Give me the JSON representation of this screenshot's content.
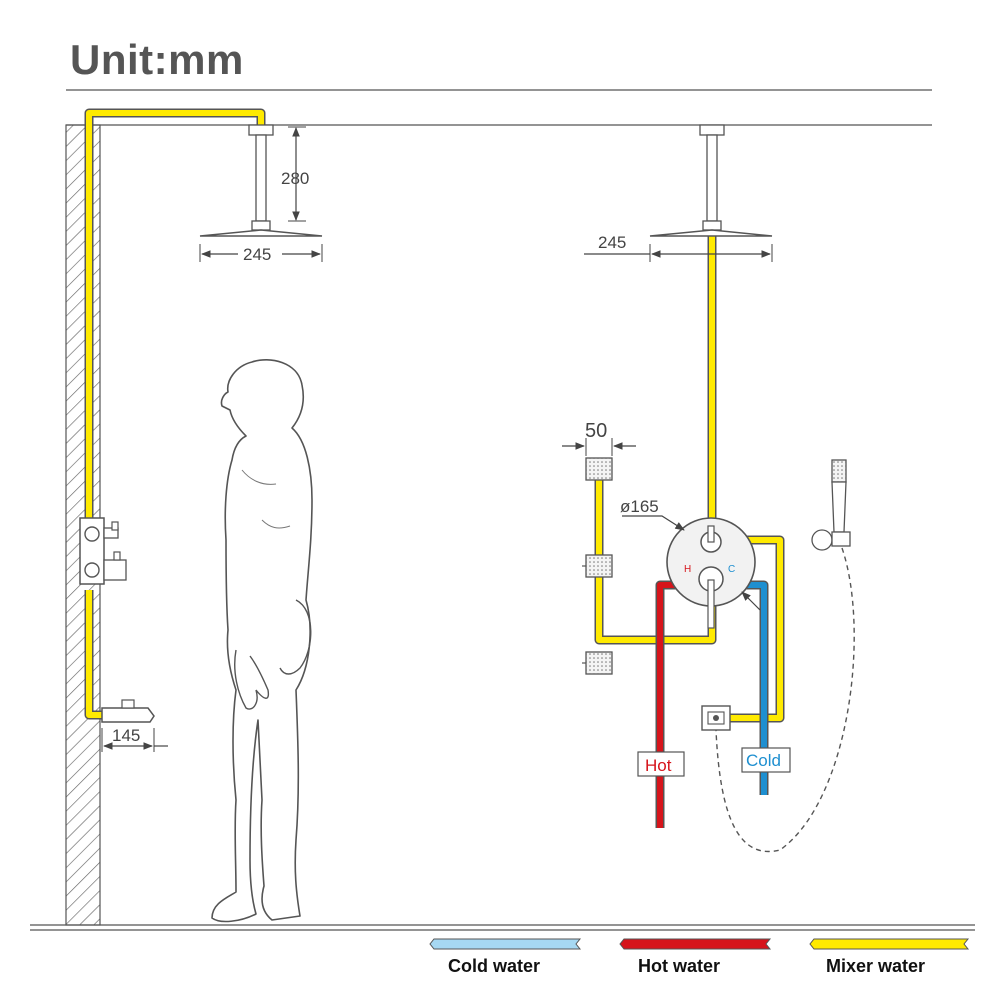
{
  "title": "Unit:mm",
  "dimensions": {
    "arm_height": "280",
    "head_width_left": "245",
    "head_width_right": "245",
    "jet_spacing": "50",
    "valve_diameter": "ø165",
    "spout_depth": "145"
  },
  "valve_marks": {
    "hot": "H",
    "cold": "C"
  },
  "pipe_tags": {
    "hot": "Hot",
    "cold": "Cold"
  },
  "legend": [
    {
      "label": "Cold water",
      "color": "#a6d8f2"
    },
    {
      "label": "Hot water",
      "color": "#d6141b"
    },
    {
      "label": "Mixer water",
      "color": "#ffea00"
    }
  ],
  "colors": {
    "mixer": "#ffea00",
    "hot": "#d6141b",
    "cold": "#1e8fd0",
    "outline": "#555555"
  }
}
